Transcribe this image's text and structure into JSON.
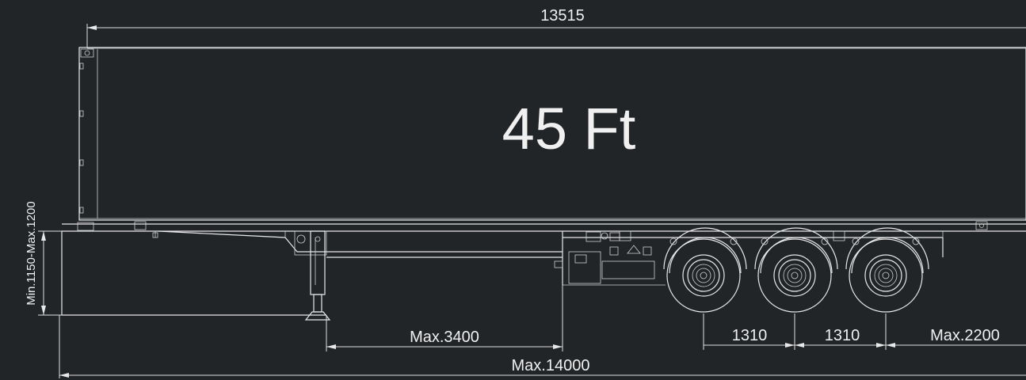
{
  "drawing": {
    "container_label": "45 Ft",
    "colors": {
      "background": "#222528",
      "line": "#e8e8e8"
    }
  },
  "dimensions": {
    "container_length": "13515",
    "coupling_height": "Min.1150-Max.1200",
    "front_overhang": "Max.3400",
    "overall_length": "Max.14000",
    "axle_spacing_1": "1310",
    "axle_spacing_2": "1310",
    "rear_overhang": "Max.2200"
  }
}
